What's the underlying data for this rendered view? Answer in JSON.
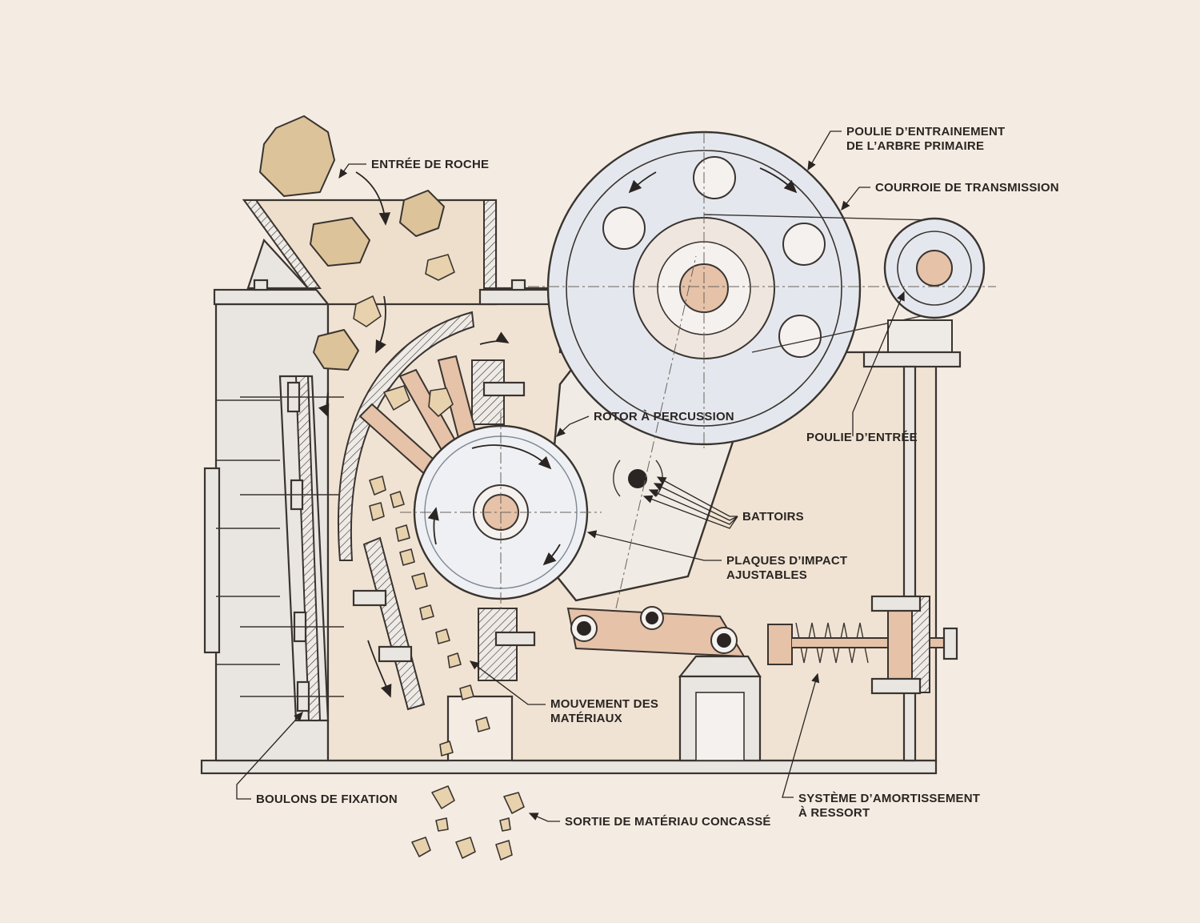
{
  "labels": {
    "rock_inlet": "ENTRÉE DE ROCHE",
    "drive_pulley_line1": "POULIE D’ENTRAINEMENT",
    "drive_pulley_line2": "DE L’ARBRE PRIMAIRE",
    "belt": "COURROIE DE TRANSMISSION",
    "input_pulley": "POULIE D’ENTRÉE",
    "rotor": "ROTOR À PERCUSSION",
    "beaters": "BATTOIRS",
    "impact_plates_line1": "PLAQUES D’IMPACT",
    "impact_plates_line2": "AJUSTABLES",
    "material_flow_line1": "MOUVEMENT DES",
    "material_flow_line2": "MATÉRIAUX",
    "fixing_bolts": "BOULONS DE FIXATION",
    "crushed_outlet": "SORTIE DE MATÉRIAU CONCASSÉ",
    "spring_system_line1": "SYSTÈME D’AMORTISSEMENT",
    "spring_system_line2": "À RESSORT"
  },
  "colors": {
    "background": "#f4ece3",
    "ink": "#2a2522",
    "rock": "#dcc39a",
    "copper": "#e5c2a8",
    "steel_blue": "#e4e8ee"
  }
}
